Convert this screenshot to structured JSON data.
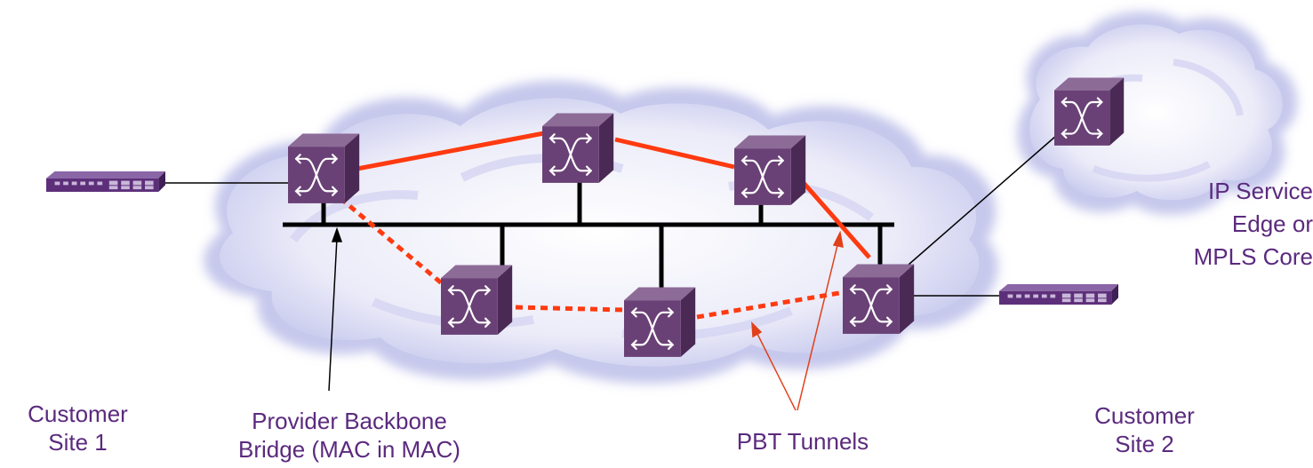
{
  "colors": {
    "label_text": "#5b2a7e",
    "cloud_fill": "#e8e9f8",
    "cloud_edge": "#c6c8ec",
    "switch_front": "#6a4176",
    "switch_top": "#8d6b97",
    "switch_side": "#4a2a55",
    "edge_device": "#5d2f7a",
    "pbt_line": "#ff3a10",
    "backbone_line": "#000000",
    "annotation_arrow_black": "#000000",
    "annotation_arrow_red": "#e0401a"
  },
  "icons": {
    "core_switch": "switch-cube-icon",
    "customer_device": "edge-switch-icon",
    "cloud": "cloud-icon"
  },
  "labels": {
    "customer_site_1": [
      "Customer",
      "Site 1"
    ],
    "pbb": [
      "Provider Backbone",
      "Bridge (MAC in MAC)"
    ],
    "pbt_tunnels": "PBT Tunnels",
    "customer_site_2": [
      "Customer",
      "Site 2"
    ],
    "ip_service_edge": [
      "IP Service",
      "Edge or",
      "MPLS Core"
    ]
  }
}
